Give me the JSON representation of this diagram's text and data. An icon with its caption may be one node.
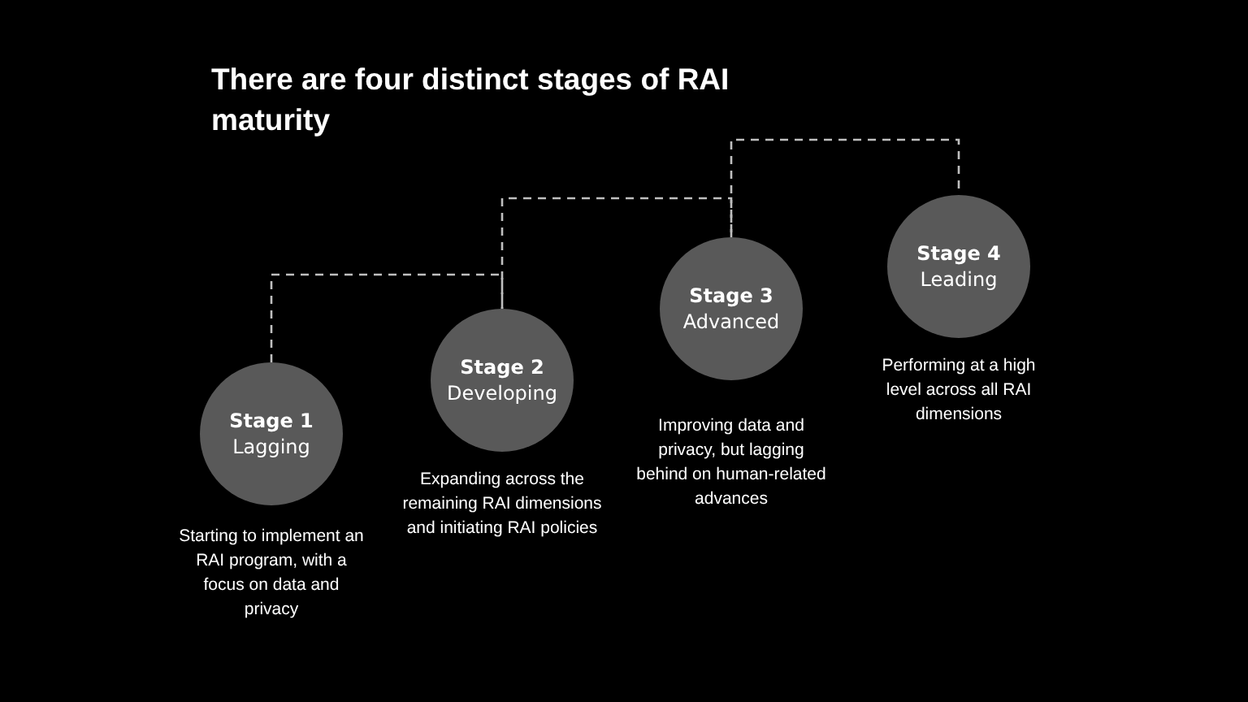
{
  "diagram": {
    "title": "There are four distinct stages of RAI maturity",
    "nodes": [
      {
        "text": [
          "Stage 1",
          "Lagging"
        ],
        "beside": [
          "Starting to implement an RAI program, with a focus on data and privacy"
        ]
      },
      {
        "text": [
          "Stage 2",
          "Developing"
        ],
        "beside": [
          "Expanding across the remaining RAI dimensions and initiating RAI policies"
        ]
      },
      {
        "text": [
          "Stage 3",
          "Advanced"
        ],
        "beside": [
          "Improving data and privacy, but lagging behind on human-related advances"
        ]
      },
      {
        "text": [
          "Stage 4",
          "Leading"
        ],
        "beside": [
          "Performing at a high level across all RAI dimensions"
        ]
      }
    ],
    "edges": [
      {
        "from": 0,
        "to": 1,
        "arrow": "none",
        "style": "dashed"
      },
      {
        "from": 1,
        "to": 2,
        "arrow": "none",
        "style": "dashed"
      },
      {
        "from": 2,
        "to": 3,
        "arrow": "none",
        "style": "dashed"
      }
    ]
  }
}
